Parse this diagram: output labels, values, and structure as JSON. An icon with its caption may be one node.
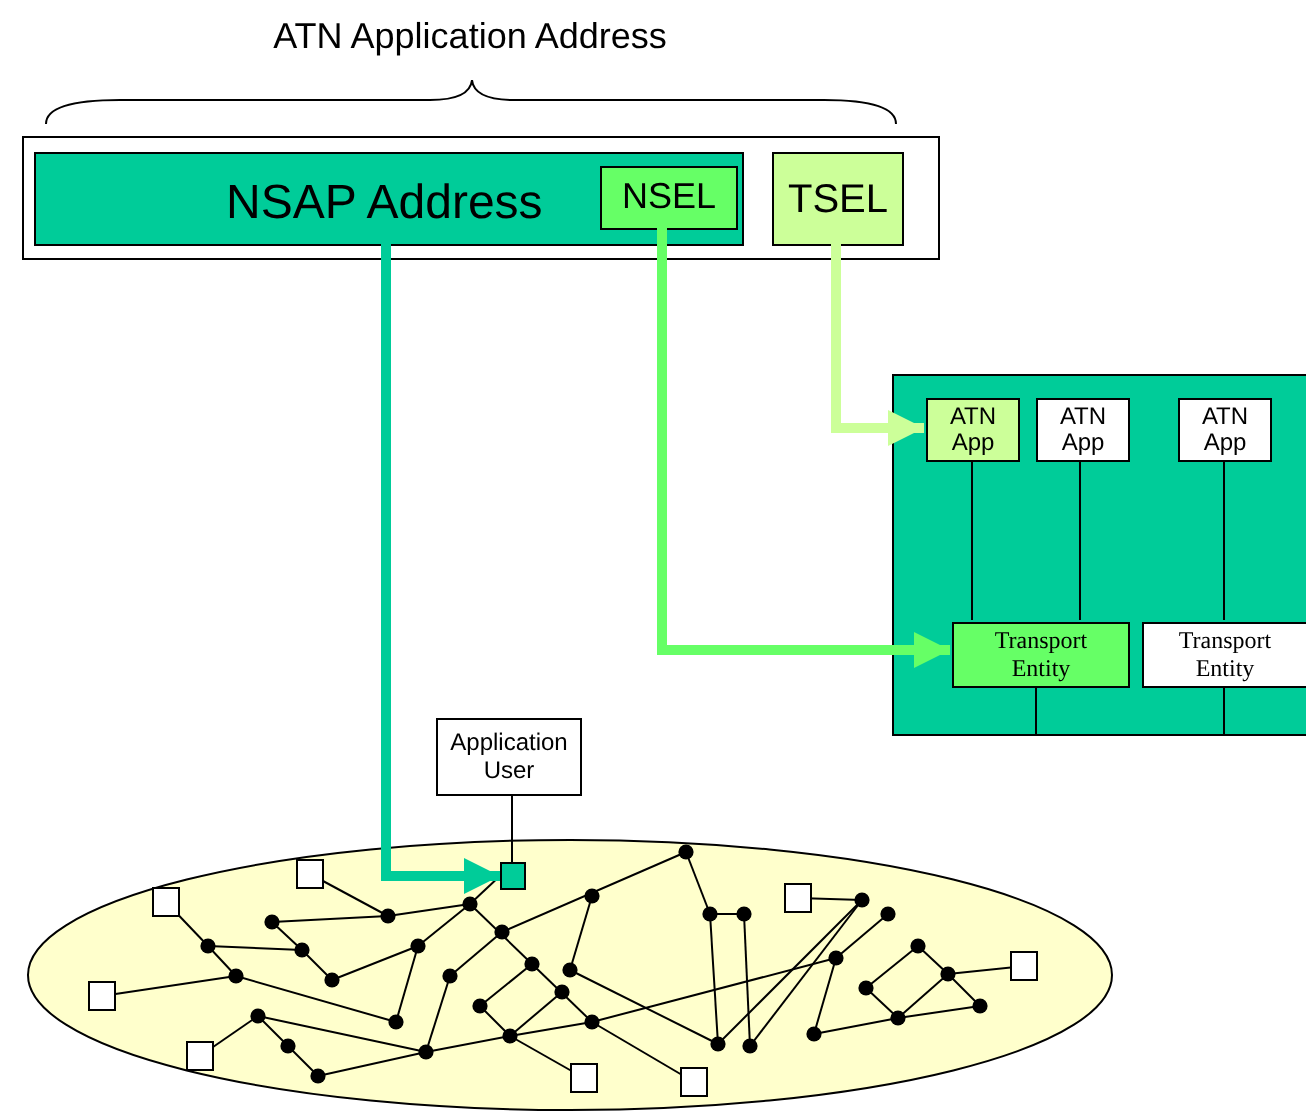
{
  "diagram": {
    "nodes": [
      {
        "text": [],
        "shape": "box"
      },
      {
        "text": [
          "NSAP Address"
        ],
        "in": 0
      },
      {
        "text": [
          "NSEL"
        ],
        "in": 1
      },
      {
        "text": [
          "TSEL"
        ],
        "in": 0
      },
      {
        "text": [],
        "shape": "box"
      },
      {
        "text": [
          "ATN App"
        ],
        "in": 4
      },
      {
        "text": [
          "ATN App"
        ],
        "in": 4
      },
      {
        "text": [
          "ATN App"
        ],
        "in": 4
      },
      {
        "text": [
          "Transport Entity"
        ],
        "in": 4
      },
      {
        "text": [
          "Transport Entity"
        ],
        "in": 4
      },
      {
        "text": [
          "Application User"
        ]
      },
      {
        "text": [],
        "shape": "ellipse"
      },
      {
        "text": [],
        "shape": "box",
        "in": 11
      }
    ],
    "edges": [
      {
        "from": 1,
        "to": 12,
        "arrow": "to",
        "style": "thick",
        "color": "#00cc99"
      },
      {
        "from": 2,
        "to": 8,
        "arrow": "to",
        "style": "thick",
        "color": "#66ff66"
      },
      {
        "from": 3,
        "to": 5,
        "arrow": "to",
        "style": "thick",
        "color": "#ccff99"
      },
      {
        "from": 5,
        "to": 8,
        "arrow": "none"
      },
      {
        "from": 6,
        "to": 8,
        "arrow": "none"
      },
      {
        "from": 7,
        "to": 9,
        "arrow": "none"
      },
      {
        "from": 8,
        "to": null,
        "arrow": "none"
      },
      {
        "from": 9,
        "to": null,
        "arrow": "none"
      },
      {
        "from": 10,
        "to": 12,
        "arrow": "none"
      }
    ],
    "labels": [
      "ATN Application Address"
    ]
  }
}
